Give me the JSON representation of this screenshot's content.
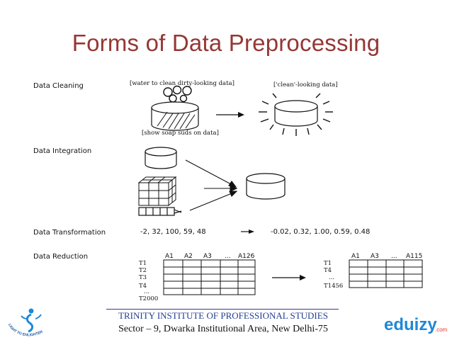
{
  "slide": {
    "title": "Forms of Data Preprocessing"
  },
  "sections": {
    "cleaning": {
      "label": "Data Cleaning",
      "caption_top": "[water to clean dirty-looking data]",
      "caption_clean": "['clean'-looking data]",
      "caption_bottom": "[show soap suds on data]"
    },
    "integration": {
      "label": "Data Integration"
    },
    "transformation": {
      "label": "Data Transformation",
      "input": "-2, 32, 100, 59, 48",
      "output": "-0.02, 0.32, 1.00, 0.59, 0.48"
    },
    "reduction": {
      "label": "Data Reduction",
      "left_cols": [
        "A1",
        "A2",
        "A3",
        "...",
        "A126"
      ],
      "left_rows": [
        "T1",
        "T2",
        "T3",
        "T4",
        "...",
        "T2000"
      ],
      "right_cols": [
        "A1",
        "A3",
        "...",
        "A115"
      ],
      "right_rows": [
        "T1",
        "T4",
        "...",
        "T1456"
      ]
    }
  },
  "footer": {
    "institute": "TRINITY INSTITUTE OF PROFESSIONAL STUDIES",
    "address": "Sector – 9, Dwarka Institutional Area, New Delhi-75",
    "left_logo_text": "LIGHT TO ENLIGHTEN",
    "right_logo_text": "eduizy",
    "right_logo_suffix": ".com"
  },
  "colors": {
    "title": "#953734",
    "institute": "#243f8f",
    "logo_blue": "#1e88d6",
    "logo_red": "#e03a2f"
  }
}
